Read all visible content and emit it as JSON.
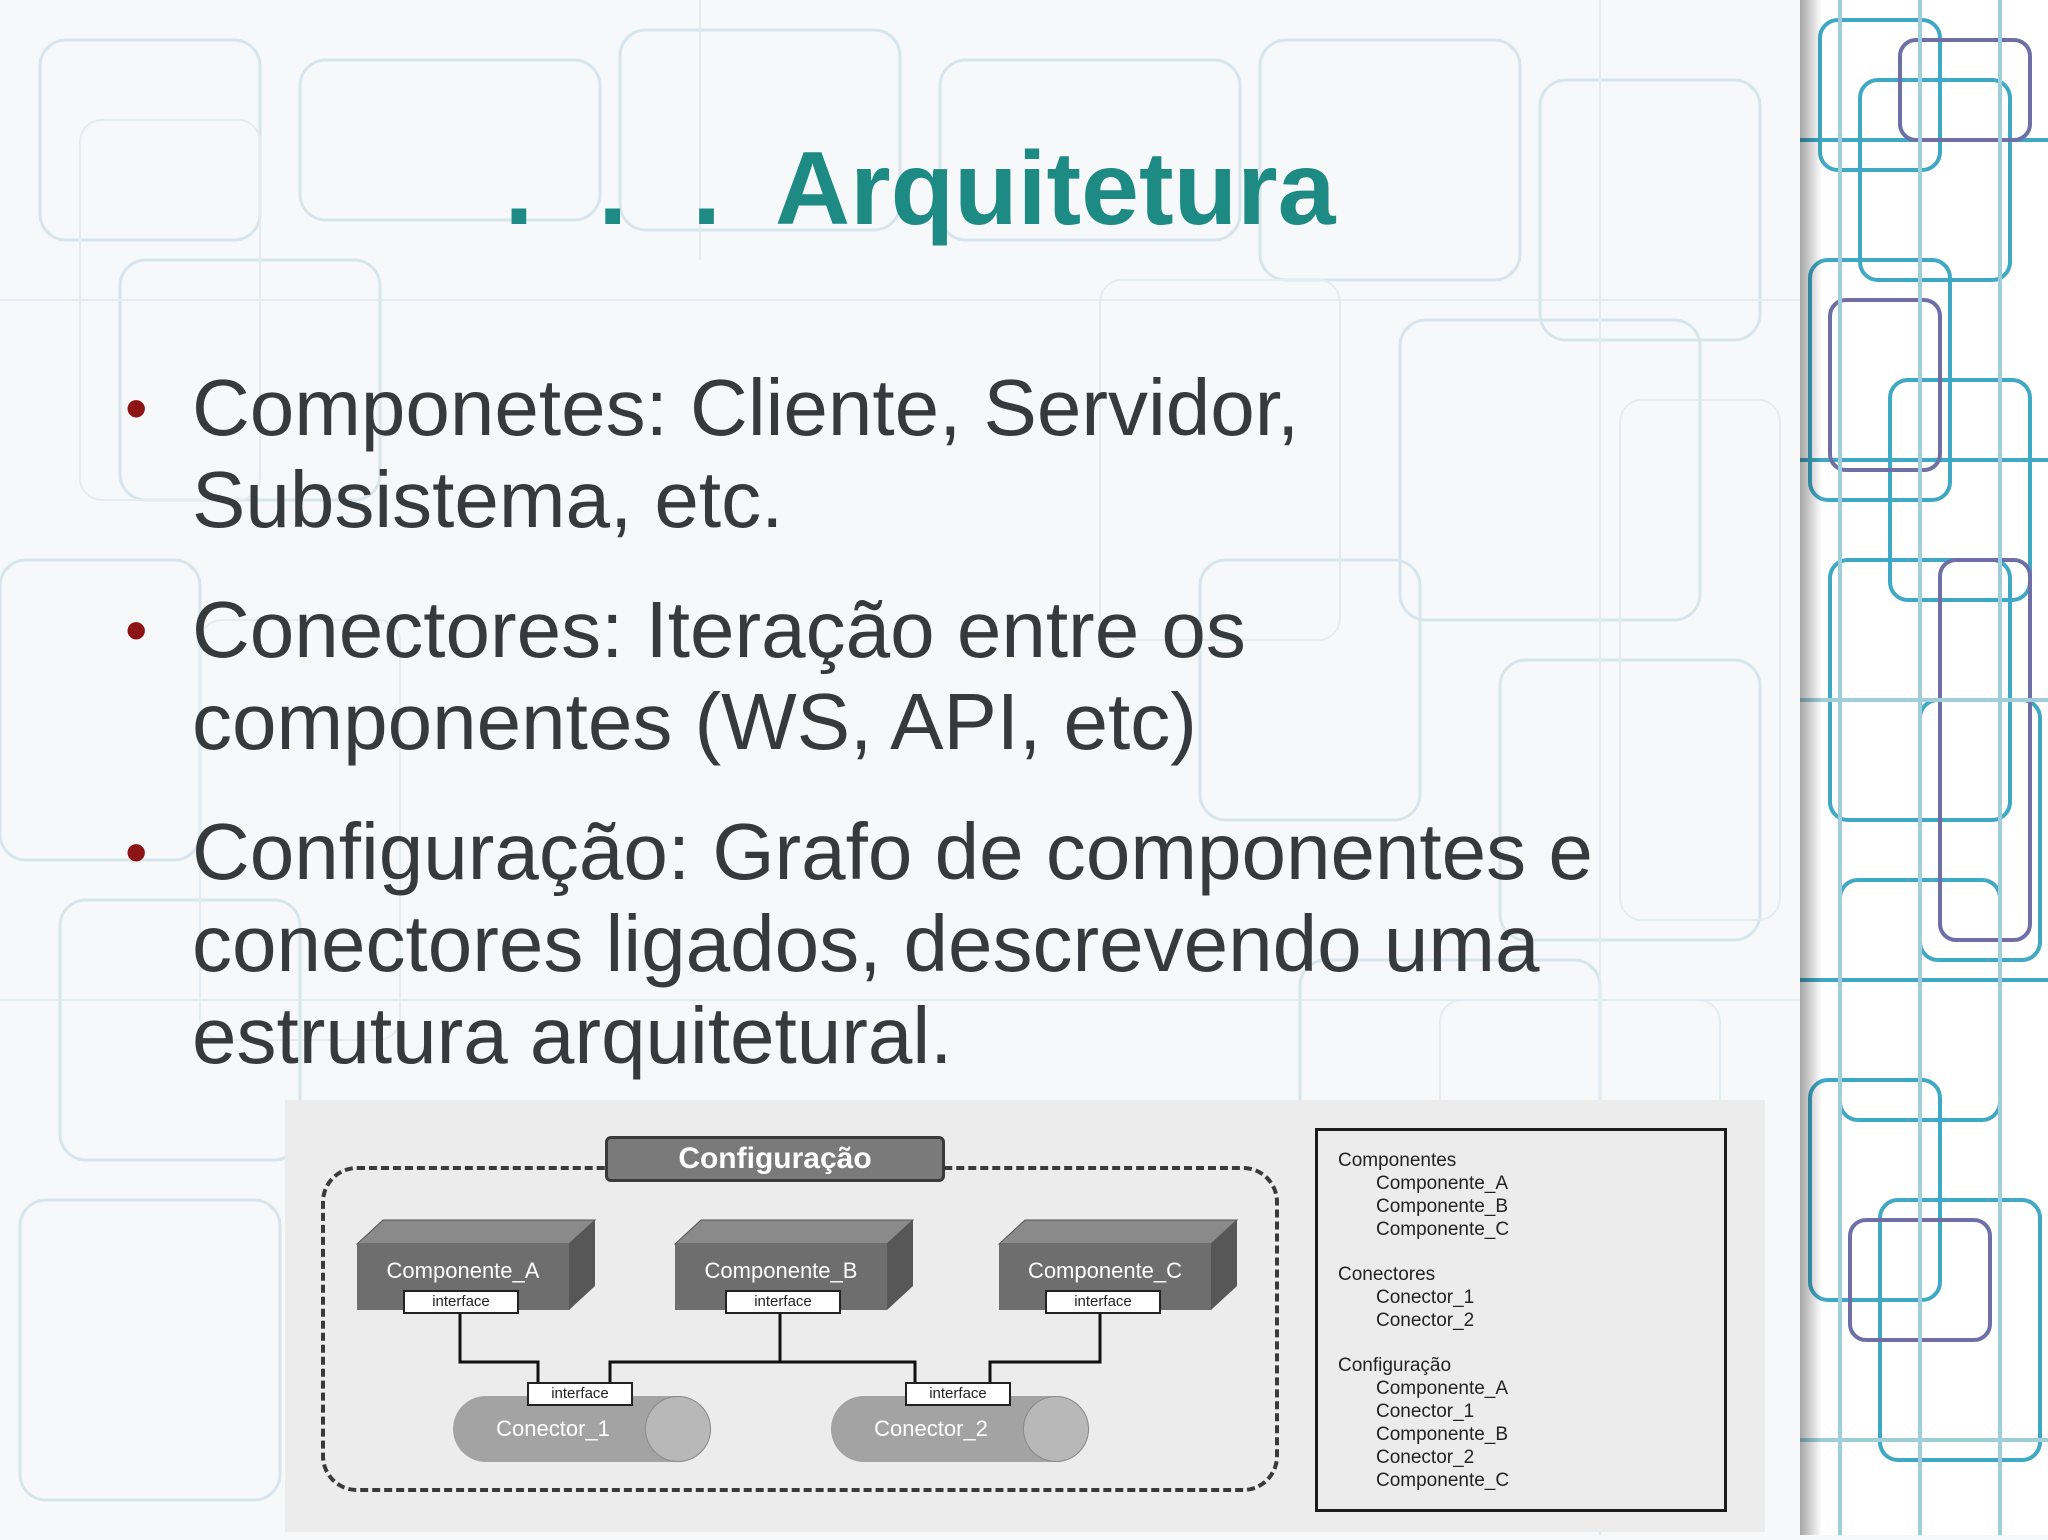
{
  "title": {
    "dots": ". . .",
    "text": "Arquitetura"
  },
  "bullets": [
    {
      "symbol": "•",
      "text": "Componetes: Cliente, Servidor, Subsistema, etc."
    },
    {
      "symbol": "•",
      "text": "Conectores: Iteração entre os componentes (WS, API, etc)"
    },
    {
      "symbol": "•",
      "text": "Configuração: Grafo de componentes e conectores ligados, descrevendo uma estrutura arquitetural."
    }
  ],
  "diagram": {
    "config_label": "Configuração",
    "components": [
      "Componente_A",
      "Componente_B",
      "Componente_C"
    ],
    "interface_label": "interface",
    "connectors": [
      "Conector_1",
      "Conector_2"
    ]
  },
  "legend": {
    "components_heading": "Componentes",
    "components": [
      "Componente_A",
      "Componente_B",
      "Componente_C"
    ],
    "connectors_heading": "Conectores",
    "connectors": [
      "Conector_1",
      "Conector_2"
    ],
    "configuration_heading": "Configuração",
    "configuration": [
      "Componente_A",
      "Conector_1",
      "Componente_B",
      "Conector_2",
      "Componente_C"
    ]
  },
  "colors": {
    "title": "#1e8a84",
    "bullet": "#8c1414",
    "text": "#363a3d"
  }
}
